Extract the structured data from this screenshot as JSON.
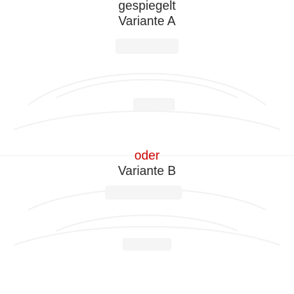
{
  "labels": {
    "mirrored": "gespiegelt",
    "variant_a": "Variante A",
    "or": "oder",
    "variant_b": "Variante B"
  },
  "colors": {
    "text": "#2a2a2a",
    "accent": "#cc0000",
    "watermark": "#f4f4f4"
  }
}
